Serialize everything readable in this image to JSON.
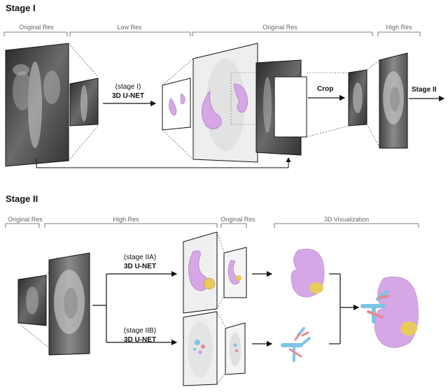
{
  "stage1": {
    "title": "Stage I",
    "labels": {
      "original_res": "Original Res",
      "low_res": "Low Res",
      "original_res_2": "Original Res",
      "high_res": "High Res"
    },
    "network": {
      "stage": "(stage I)",
      "name": "3D U-NET"
    },
    "crop": "Crop",
    "next": "Stage II"
  },
  "stage2": {
    "title": "Stage II",
    "labels": {
      "original_res": "Original Res",
      "high_res": "High Res",
      "original_res_2": "Original Res",
      "visualization": "3D Visualization"
    },
    "network_a": {
      "stage": "(stage IIA)",
      "name": "3D U-NET"
    },
    "network_b": {
      "stage": "(stage IIB)",
      "name": "3D U-NET"
    }
  },
  "colors": {
    "kidney": "#d6a6e6",
    "tumor": "#e8cc5a",
    "vessel_blue": "#7fc4e4",
    "vessel_red": "#e58a9a"
  }
}
